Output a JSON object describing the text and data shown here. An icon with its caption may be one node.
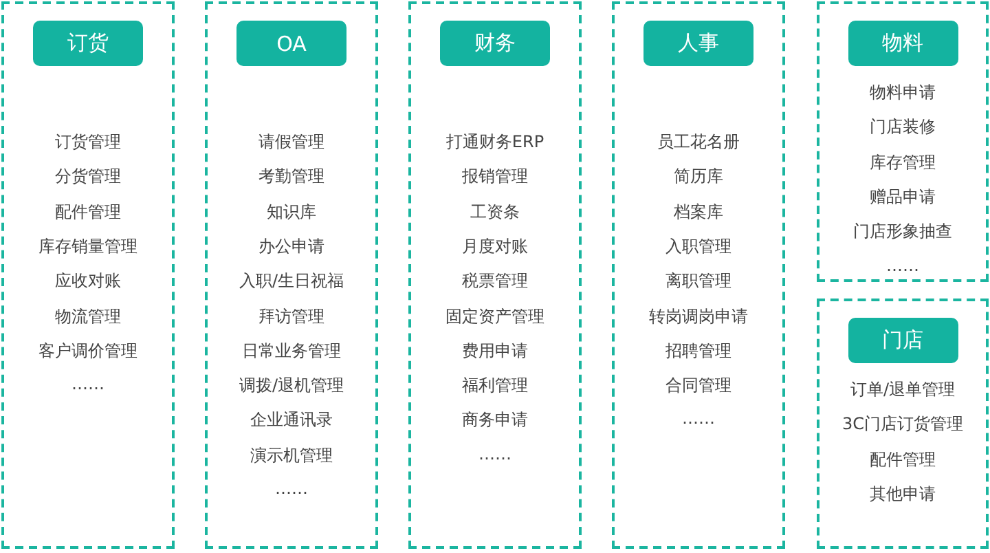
{
  "diagram": {
    "nodes": [
      {
        "text": [
          "订货管理",
          "分货管理",
          "配件管理",
          "库存销量管理",
          "应收对账",
          "物流管理",
          "客户调价管理",
          "……"
        ]
      },
      {
        "text": [
          "订货"
        ],
        "in": 0
      },
      {
        "text": [
          "请假管理",
          "考勤管理",
          "知识库",
          "办公申请",
          "入职/生日祝福",
          "拜访管理",
          "日常业务管理",
          "调拨/退机管理",
          "企业通讯录",
          "演示机管理",
          "……"
        ]
      },
      {
        "text": [
          "OA"
        ],
        "in": 2
      },
      {
        "text": [
          "打通财务ERP",
          "报销管理",
          "工资条",
          "月度对账",
          "税票管理",
          "固定资产管理",
          "费用申请",
          "福利管理",
          "商务申请",
          "……"
        ]
      },
      {
        "text": [
          "财务"
        ],
        "in": 4
      },
      {
        "text": [
          "员工花名册",
          "简历库",
          "档案库",
          "入职管理",
          "离职管理",
          "转岗调岗申请",
          "招聘管理",
          "合同管理",
          "……"
        ]
      },
      {
        "text": [
          "人事"
        ],
        "in": 6
      },
      {
        "text": [
          "物料申请",
          "门店装修",
          "库存管理",
          "赠品申请",
          "门店形象抽查",
          "……"
        ]
      },
      {
        "text": [
          "物料"
        ],
        "in": 8
      },
      {
        "text": [
          "订单/退单管理",
          "3C门店订货管理",
          "配件管理",
          "其他申请"
        ]
      },
      {
        "text": [
          "门店"
        ],
        "in": 10
      }
    ]
  }
}
